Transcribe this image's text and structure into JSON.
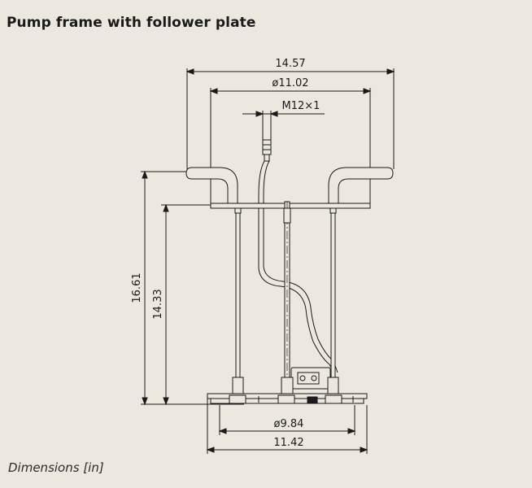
{
  "header": {
    "title": "Pump frame with follower plate"
  },
  "footer": {
    "caption": "Dimensions [in]"
  },
  "dimensions": {
    "overall_width": "14.57",
    "top_diameter": "ø11.02",
    "thread": "M12×1",
    "overall_height": "16.61",
    "rod_height": "14.33",
    "plate_diameter": "ø9.84",
    "plate_width": "11.42"
  },
  "colors": {
    "background": "#ece8df",
    "line": "#1a1a1a"
  }
}
